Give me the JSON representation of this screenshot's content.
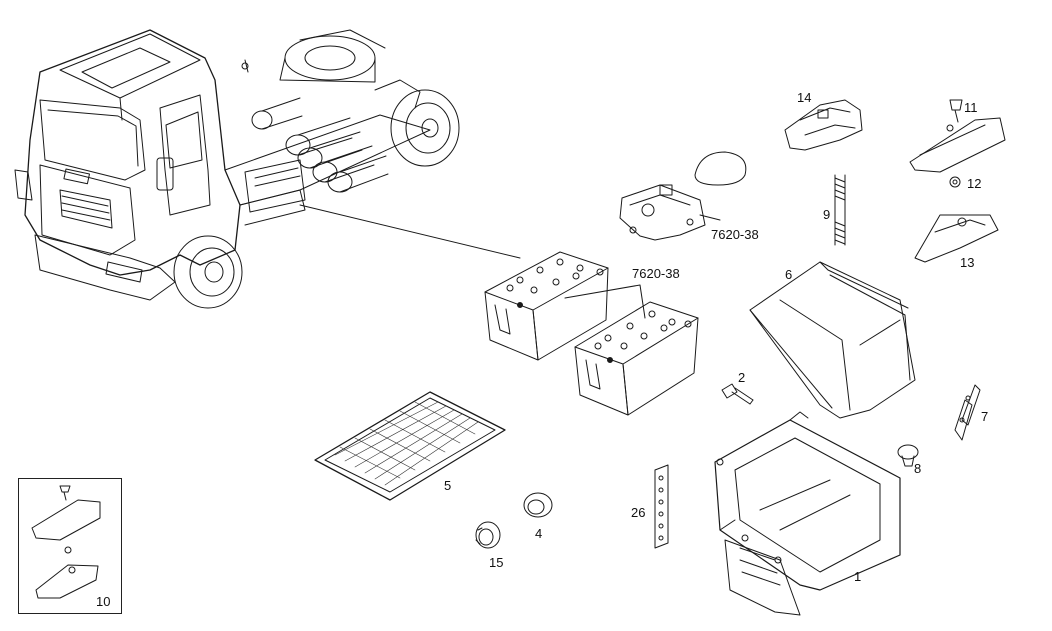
{
  "callouts": {
    "c1": "1",
    "c2": "2",
    "c4": "4",
    "c5": "5",
    "c6": "6",
    "c7": "7",
    "c8": "8",
    "c9": "9",
    "c10": "10",
    "c11": "11",
    "c12": "12",
    "c13": "13",
    "c14": "14",
    "c15": "15",
    "c26": "26",
    "ref_top": "7620-38",
    "ref_batteries": "7620-38"
  },
  "colors": {
    "line": "#1a1a1a",
    "paper": "#ffffff"
  }
}
